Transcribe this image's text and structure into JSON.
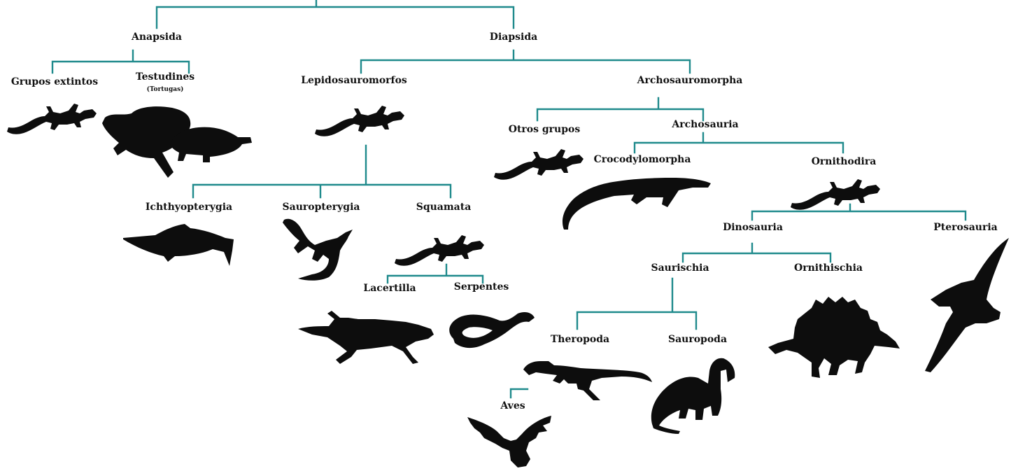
{
  "colors": {
    "branch": "#1f8a8c",
    "silhouette": "#0d0d0d",
    "text": "#111111",
    "background": "#ffffff"
  },
  "labels": {
    "anapsida": "Anapsida",
    "diapsida": "Diapsida",
    "grupos_extintos": "Grupos extintos",
    "testudines": "Testudines",
    "tortugas": "(Tortugas)",
    "lepidosauromorfos": "Lepidosauromorfos",
    "archosauromorpha": "Archosauromorpha",
    "otros_grupos": "Otros grupos",
    "archosauria": "Archosauria",
    "crocodylomorpha": "Crocodylomorpha",
    "ornithodira": "Ornithodira",
    "ichthyopterygia": "Ichthyopterygia",
    "sauropterygia": "Sauropterygia",
    "squamata": "Squamata",
    "lacertilla": "Lacertilla",
    "serpentes": "Serpentes",
    "dinosauria": "Dinosauria",
    "pterosauria": "Pterosauria",
    "saurischia": "Saurischia",
    "ornithischia": "Ornithischia",
    "theropoda": "Theropoda",
    "sauropoda": "Sauropoda",
    "aves": "Aves"
  },
  "silhouettes": {
    "grupos_extintos": "lizard-icon",
    "testudines": "turtle-icon",
    "lepidosauromorfos": "lizard-icon",
    "otros_grupos": "lizard-icon",
    "crocodylomorpha": "crocodile-icon",
    "ornithodira": "lizard-icon",
    "ichthyopterygia": "ichthyosaur-icon",
    "sauropterygia": "plesiosaur-icon",
    "squamata": "lizard-icon",
    "lacertilla": "lizard-icon",
    "serpentes": "snake-icon",
    "theropoda": "theropod-icon",
    "sauropoda": "sauropod-icon",
    "ornithischia": "stegosaurus-icon",
    "pterosauria": "pterosaur-icon",
    "aves": "bird-icon"
  }
}
